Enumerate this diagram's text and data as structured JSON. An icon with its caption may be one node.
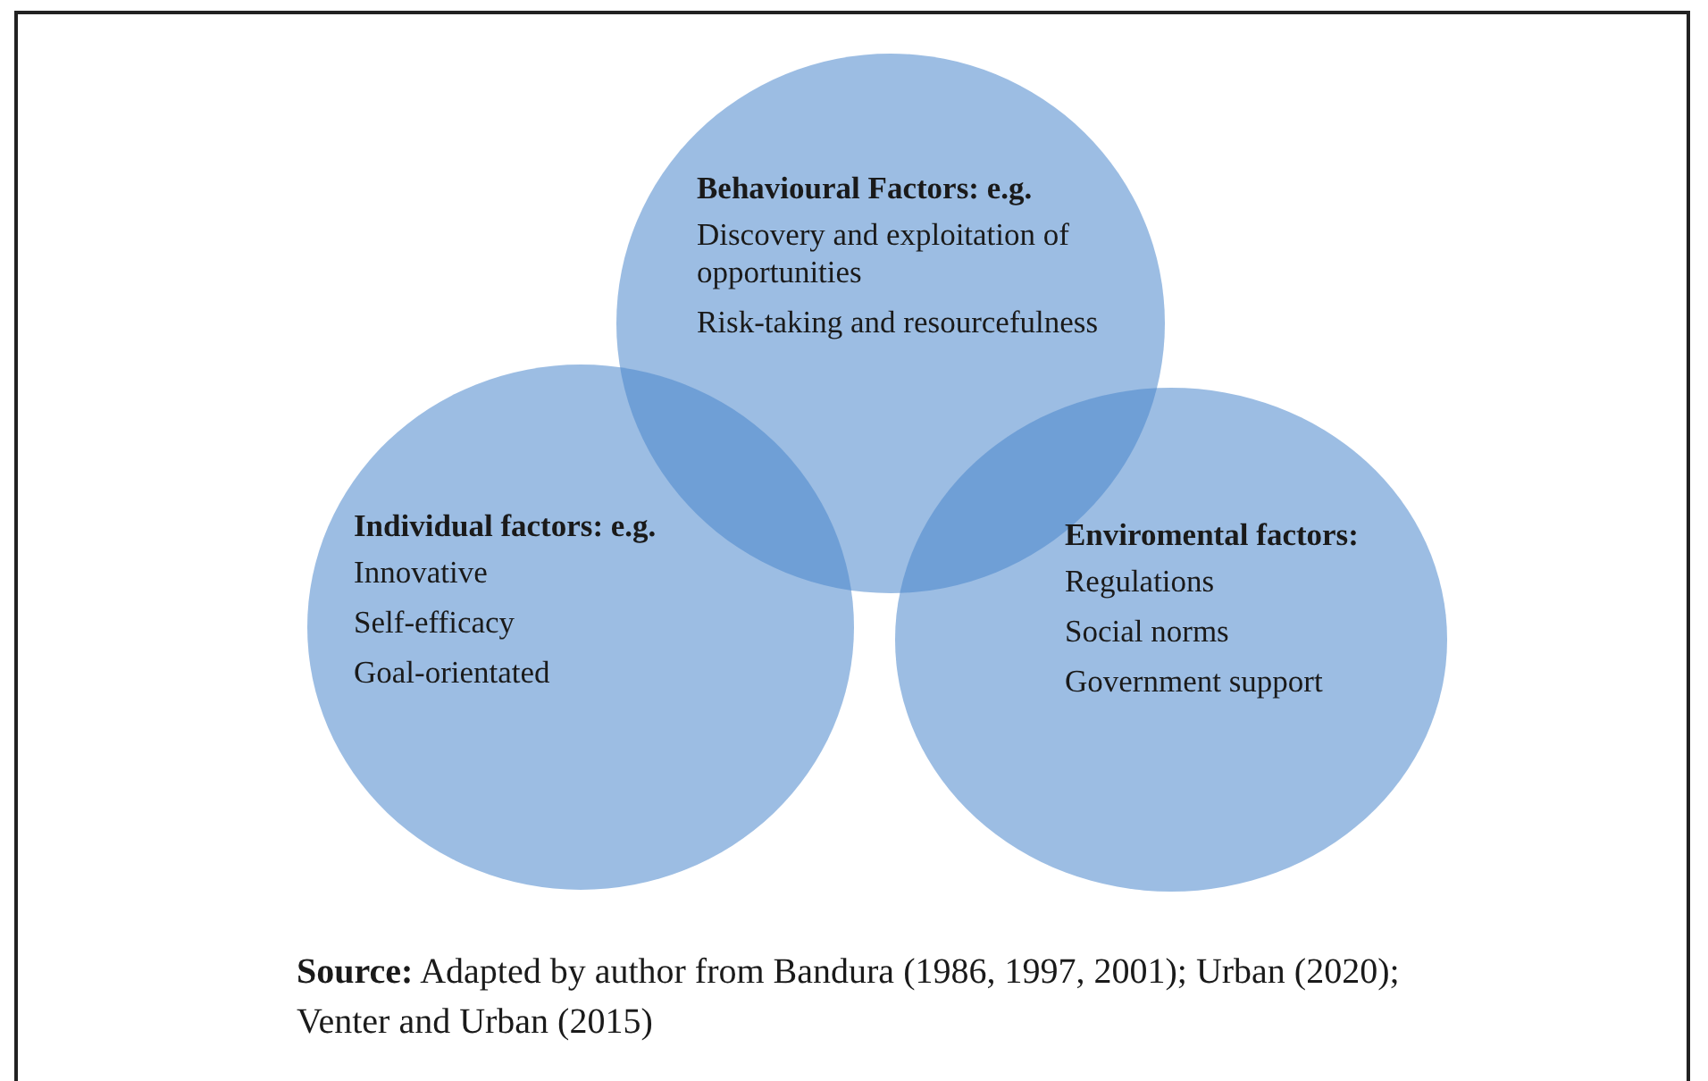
{
  "diagram": {
    "caption": "**Source:** Adapted by author from Bandura (1986, 1997, 2001); Urban (2020); Venter and Urban (2015)",
    "nodes": [
      {
        "text": [
          "Behavioural Factors: e.g.",
          "Discovery and exploitation of opportunities",
          "Risk-taking and resourcefulness"
        ]
      },
      {
        "text": [
          "Individual factors: e.g.",
          "Innovative",
          "Self-efficacy",
          "Goal-orientated"
        ]
      },
      {
        "text": [
          "Enviromental factors:",
          "Regulations",
          "Social norms",
          "Government support"
        ]
      }
    ],
    "edges": []
  }
}
